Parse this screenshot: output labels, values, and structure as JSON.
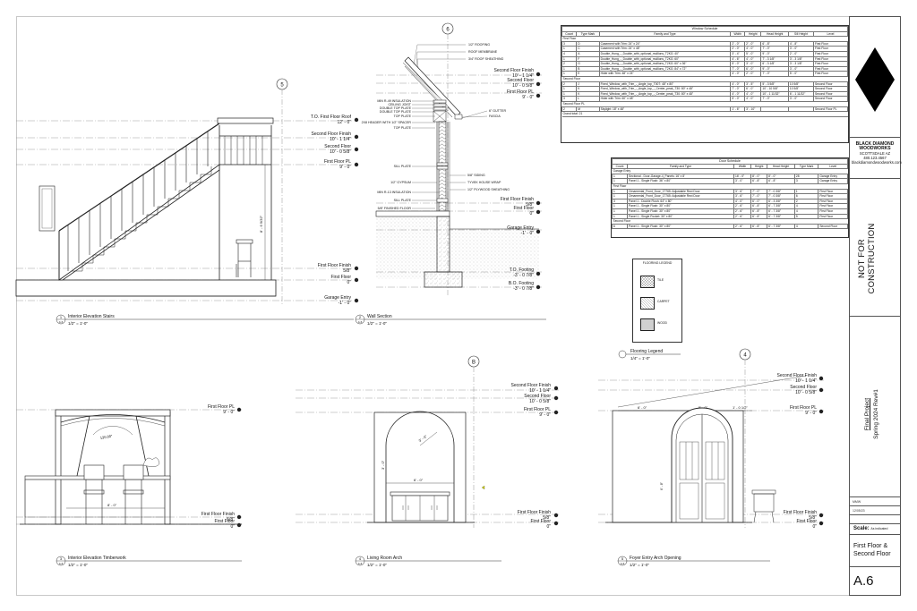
{
  "sheet": {
    "title_block": {
      "firm_name": "BLACK DIAMOND WOODWORKS",
      "firm_address": "SCOTTSDALE AZ",
      "firm_phone": "480.123.4567",
      "firm_web": "blackdiamondwoodworks.com",
      "not_for_construction": "NOT FOR CONSTRUCTION",
      "project_title": "Final Project",
      "project_subtitle": "Spring 2024 Rev#1",
      "field_1": "MMW",
      "field_2": "12/05/23",
      "scale_label": "Scale:",
      "scale_value": "As indicated",
      "sheet_title": "First Floor & Second Floor",
      "sheet_number": "A.6"
    },
    "window_schedule": {
      "title": "Window Schedule",
      "headers": [
        "Count",
        "Type Mark",
        "Family and Type",
        "Width",
        "Height",
        "Head Height",
        "Sill Height",
        "Level"
      ],
      "groups": [
        {
          "name": "First Floor",
          "rows": [
            [
              "3",
              "D",
              "Casement with Trim: 24\" x 24\"",
              "2' - 0\"",
              "2' - 0\"",
              "6' - 8\"",
              "4' - 8\"",
              "First Floor"
            ],
            [
              "1",
              "C",
              "Casement with Trim: 24\" x 48\"",
              "2' - 0\"",
              "4' - 0\"",
              "7' - 0\"",
              "3' - 0\"",
              "First Floor"
            ],
            [
              "4",
              "A",
              "Double_Hung_-_Double_with_optional_mullions_T2KG: 40\"",
              "3' - 4\"",
              "5' - 0\"",
              "9' - 0\"",
              "2' - 0\"",
              "First Floor"
            ],
            [
              "1",
              "F",
              "Double_Hung_-_Double_with_optional_mullions_T2KG: 60\"",
              "4' - 6\"",
              "4' - 0\"",
              "7' - 3 1/8\"",
              "3' - 3 1/8\"",
              "First Floor"
            ],
            [
              "2",
              "G",
              "Double_Hung_-_Double_with_optional_mullions_T2KG: 60\" x 36\"",
              "5' - 0\"",
              "3' - 0\"",
              "6' - 3 1/8\"",
              "3' - 3 1/8\"",
              "First Floor"
            ],
            [
              "1",
              "B",
              "Double_Hung_-_Double_with_optional_mullions_T2KG: 84\" x 72\"",
              "7' - 0\"",
              "6' - 0\"",
              "9' - 0\"",
              "3' - 0\"",
              "First Floor"
            ],
            [
              "1",
              "E",
              "Hider with Trim: 48\" x 24\"",
              "4' - 0\"",
              "2' - 0\"",
              "7' - 0\"",
              "5' - 0\"",
              "First Floor"
            ]
          ]
        },
        {
          "name": "Second Floor",
          "rows": [
            [
              "2",
              "J",
              "Fixed_Window_with_Trim_-_Angle_top_T007: 48\" x 80\"",
              "4' - 0\"",
              "3' - 5\"",
              "5' - 3 5/8\"",
              "10 5/8\"",
              "Second Floor"
            ],
            [
              "1",
              "K",
              "Fixed_Window_with_Trim_-_Angle_top_-_Center_peak_T30: 80\" x 48\"",
              "7' - 0\"",
              "6' - 0\"",
              "10' - 10 5/8\"",
              "10 5/8\"",
              "Second Floor"
            ],
            [
              "1",
              "K",
              "Fixed_Window_with_Trim_-_Angle_top_-_Center_peak_T30: 80\" x 48\"",
              "4' - 0\"",
              "4' - 0\"",
              "10' - 1 11/32\"",
              "6' - 1 11/32\"",
              "Second Floor"
            ],
            [
              "3",
              "L",
              "Hider with Trim: 60\" x 48\"",
              "5' - 0\"",
              "4' - 0\"",
              "7' - 0\"",
              "3' - 0\"",
              "Second Floor"
            ]
          ]
        },
        {
          "name": "Second Floor PL",
          "rows": [
            [
              "2",
              "M",
              "Skylight: 18\" x 48\"",
              "1' - 6\"",
              "3' - 10\"",
              "",
              "",
              "Second Floor PL"
            ]
          ]
        }
      ],
      "total": "Grand total: 21"
    },
    "door_schedule": {
      "title": "Door Schedule",
      "headers": [
        "Count",
        "Family and Type",
        "Width",
        "Height",
        "Head Height",
        "Type Mark",
        "Level"
      ],
      "groups": [
        {
          "name": "Garage Entry",
          "rows": [
            [
              "1",
              "Sectional - Door-Garage-4_Panels: 16' x 8'",
              "16' - 0\"",
              "8' - 0\"",
              "8' - 0\"",
              "28",
              "Garage Entry"
            ],
            [
              "1",
              "Panel 1 - Single Flush: 36\" x 80\"",
              "3' - 0\"",
              "6' - 8\"",
              "6' - 8\"",
              "3",
              "Garage Entry"
            ]
          ]
        },
        {
          "name": "First Floor",
          "rows": [
            [
              "1",
              "Ornamental_Front_Door_17765: Adjustable Rect Door",
              "3' - 6\"",
              "7' - 0\"",
              "7' - 0 3/8\"",
              "1",
              "First Floor"
            ],
            [
              "1",
              "Ornamental_Front_Door_17765: Adjustable Rect Door",
              "3' - 6\"",
              "7' - 0\"",
              "7' - 0 3/8\"",
              "6",
              "First Floor"
            ],
            [
              "3",
              "Panel 1 - Double Flush: 64\" x 80\"",
              "4' - 0\"",
              "6' - 0\"",
              "6' - 3 3/8\"",
              "2",
              "First Floor"
            ],
            [
              "1",
              "Panel 1 - Single Flush: 30\" x 80\"",
              "2' - 6\"",
              "6' - 8\"",
              "6' - 7 3/8\"",
              "4",
              "First Floor"
            ],
            [
              "1",
              "Panel 1 - Single Flush: 30\" x 80\"",
              "2' - 6\"",
              "6' - 8\"",
              "6' - 7 3/8\"",
              "4",
              "First Floor"
            ],
            [
              "1",
              "Panel 1 - Single Pocket: 30\" x 80\"",
              "2' - 6\"",
              "6' - 8\"",
              "6' - 7 3/8\"",
              "5",
              "First Floor"
            ]
          ]
        },
        {
          "name": "Second Floor",
          "rows": [
            [
              "6",
              "Panel 1 - Single Flush: 30\" x 80\"",
              "2' - 6\"",
              "6' - 8\"",
              "6' - 7 3/8\"",
              "4",
              "Second Floor"
            ]
          ]
        }
      ]
    },
    "flooring_legend": {
      "title": "FLOORING LEGEND",
      "items": [
        "TILE",
        "CARPET",
        "WOOD"
      ],
      "view_title": "Flooring Legend",
      "view_scale": "1/4\" = 1'-0\""
    },
    "views": {
      "v1": {
        "num": "1",
        "ref": "A.6",
        "title": "Interior Elevation Stairs",
        "scale": "1/2\" = 1'-0\"",
        "grid": "5",
        "levels": [
          {
            "name": "T.O. First Floor Roof",
            "value": "12' - 0\""
          },
          {
            "name": "Second Floor Finish",
            "value": "10' - 1 1/4\""
          },
          {
            "name": "Second Floor",
            "value": "10' - 0 5/8\""
          },
          {
            "name": "First Floor PL",
            "value": "9' - 0\""
          },
          {
            "name": "First Floor Finish",
            "value": "5/8\""
          },
          {
            "name": "First Floor",
            "value": "0\""
          },
          {
            "name": "Garage Entry",
            "value": "-1' - 0\""
          }
        ],
        "dim": "8' - 6 9/32\""
      },
      "v2": {
        "num": "2",
        "ref": "A.6",
        "title": "Wall Section",
        "scale": "1/2\" = 1'-0\"",
        "grid": "6",
        "levels": [
          {
            "name": "Second Floor Finish",
            "value": "10' - 1 1/4\""
          },
          {
            "name": "Second Floor",
            "value": "10' - 0 5/8\""
          },
          {
            "name": "First Floor PL",
            "value": "9' - 0\""
          },
          {
            "name": "First Floor Finish",
            "value": "5/8\""
          },
          {
            "name": "First Floor",
            "value": "0\""
          },
          {
            "name": "Garage Entry",
            "value": "-1' - 0\""
          },
          {
            "name": "T.O. Footing",
            "value": "-3' - 0 7/8\""
          },
          {
            "name": "B.O. Footing",
            "value": "-3' - 0 7/8\""
          }
        ],
        "notes_roof": [
          "1/2\" ROOFING",
          "ROOF MEMBRANE",
          "3/4\" ROOF SHEATHING"
        ],
        "notes_left": [
          "MIN R-49 INSULATION",
          "CEILING JOIST",
          "DOUBLE TOP PLATE",
          "DOUBLE TOP PLATE",
          "TOP PLATE",
          "2X8 HEADER WITH 1/2\" SPACER",
          "TOP PLATE",
          "SILL PLATE",
          "1/2\" GYPSUM",
          "MIN R-13 INSULATION",
          "SILL PLATE",
          "5/8\" FINISHED FLOOR"
        ],
        "notes_right": [
          "6\" GUTTER",
          "FASCIA",
          "5/8\" SIDING",
          "TYVEK HOUSE WRAP",
          "1/2\" PLYWOOD SHEATHING"
        ]
      },
      "v3": {
        "num": "3",
        "ref": "A.6",
        "title": "Interior Elevation Timberwork",
        "scale": "1/2\" = 1'-0\"",
        "levels": [
          {
            "name": "First Floor PL",
            "value": "9' - 0\""
          },
          {
            "name": "First Floor Finish",
            "value": "5/8\""
          },
          {
            "name": "First Floor",
            "value": "0\""
          }
        ],
        "dim_angle": "135.00°",
        "dim_w": "8' - 0\""
      },
      "v4": {
        "num": "4",
        "ref": "A.6",
        "title": "Living Room Arch",
        "scale": "1/2\" = 1'-0\"",
        "grid": "B",
        "levels": [
          {
            "name": "Second Floor Finish",
            "value": "10' - 1 1/4\""
          },
          {
            "name": "Second Floor",
            "value": "10' - 0 5/8\""
          },
          {
            "name": "First Floor PL",
            "value": "9' - 0\""
          },
          {
            "name": "First Floor Finish",
            "value": "5/8\""
          },
          {
            "name": "First Floor",
            "value": "0\""
          }
        ],
        "dim_w": "6' - 0\"",
        "dim_h": "3' - 0\"",
        "dim_r": "3' - 0\""
      },
      "v5": {
        "num": "5",
        "ref": "A.6",
        "title": "Foyer Entry Arch Opening",
        "scale": "1/2\" = 1'-0\"",
        "grid": "4",
        "levels": [
          {
            "name": "Second Floor Finish",
            "value": "10' - 1 1/4\""
          },
          {
            "name": "Second Floor",
            "value": "10' - 0 5/8\""
          },
          {
            "name": "First Floor PL",
            "value": "9' - 0\""
          },
          {
            "name": "First Floor Finish",
            "value": "5/8\""
          },
          {
            "name": "First Floor",
            "value": "0\""
          }
        ],
        "dim_top": [
          "6' - 0\"",
          "5' - 0\"",
          "1' - 0 1/2\""
        ]
      }
    }
  }
}
